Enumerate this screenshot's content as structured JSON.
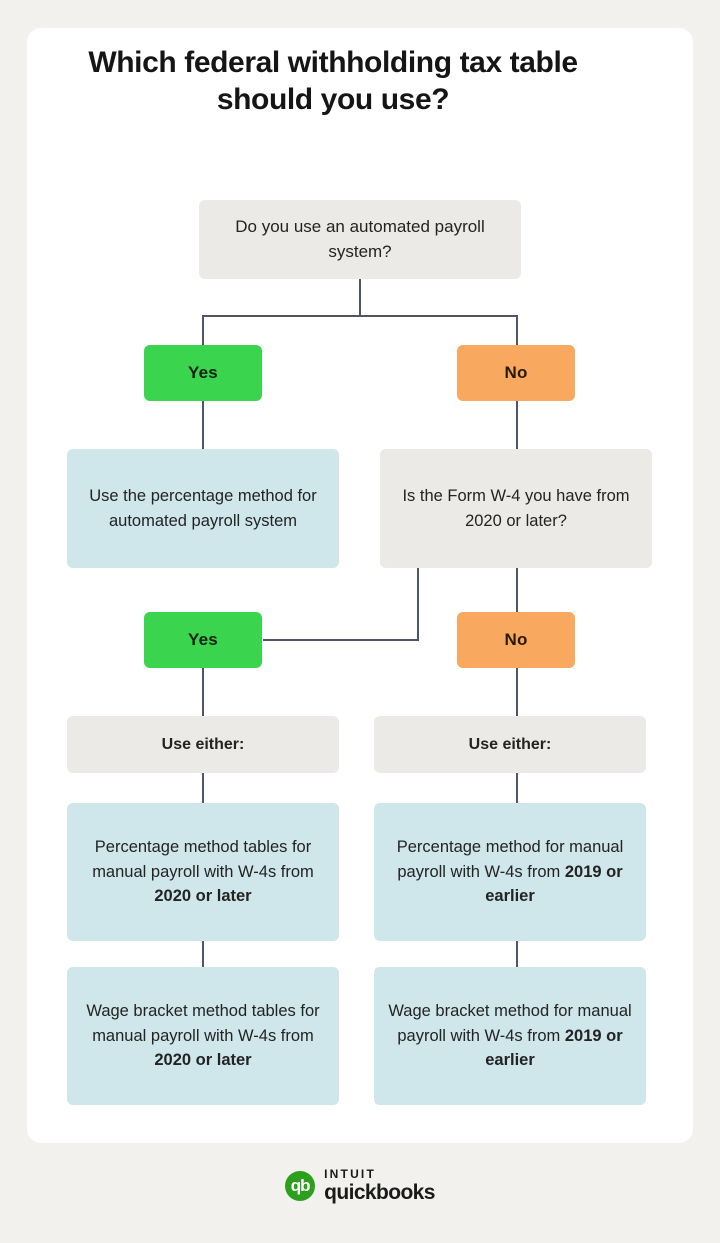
{
  "page": {
    "background": "#f2f1ed",
    "card_background": "#ffffff",
    "title": "Which federal withholding tax table should you use?"
  },
  "colors": {
    "yes": "#3ad44f",
    "no": "#f9a85f",
    "answer_box": "#cfe6ea",
    "question_box": "#eceae6",
    "connector": "#4d5566"
  },
  "flow": {
    "root_question": "Do you use an automated payroll system?",
    "branch_yes_label": "Yes",
    "branch_no_label": "No",
    "yes_result": "Use the percentage method for automated payroll system",
    "no_question": "Is the Form W-4 you have from 2020 or later?",
    "second_yes_label": "Yes",
    "second_no_label": "No",
    "left_use_either": "Use either:",
    "right_use_either": "Use either:",
    "left_option_1_prefix": "Percentage method tables for manual payroll with W-4s from ",
    "left_option_1_bold": "2020 or later",
    "left_option_2_prefix": "Wage bracket method tables for manual payroll with W-4s from ",
    "left_option_2_bold": "2020 or later",
    "right_option_1_prefix": "Percentage method for manual payroll with W-4s from ",
    "right_option_1_bold": "2019 or earlier",
    "right_option_2_prefix": "Wage bracket method for manual payroll with W-4s from ",
    "right_option_2_bold": "2019 or earlier"
  },
  "footer": {
    "logo_mark_text": "qb",
    "logo_brand": "INTUIT",
    "logo_product": "quickbooks"
  }
}
